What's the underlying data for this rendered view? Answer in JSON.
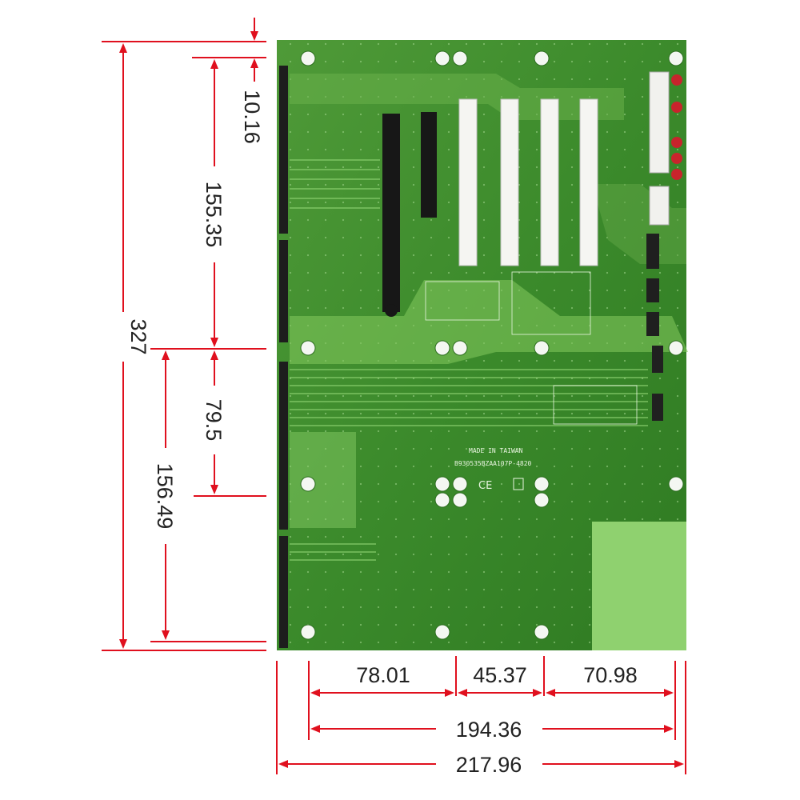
{
  "dimensions": {
    "total_height": "327",
    "top_offset": "10.16",
    "upper_section": "155.35",
    "mid_section": "79.5",
    "lower_section": "156.49",
    "left_span": "78.01",
    "mid_span": "45.37",
    "right_span": "70.98",
    "inner_width": "194.36",
    "total_width": "217.96"
  },
  "board_text": {
    "origin": "MADE IN TAIWAN",
    "part_number": "B930535BZAA107P-4820",
    "ce_mark": "CE"
  },
  "colors": {
    "dimension_red": "#e0101e",
    "pcb_green": "#3e8a2e",
    "pcb_light": "#7ec45a"
  }
}
